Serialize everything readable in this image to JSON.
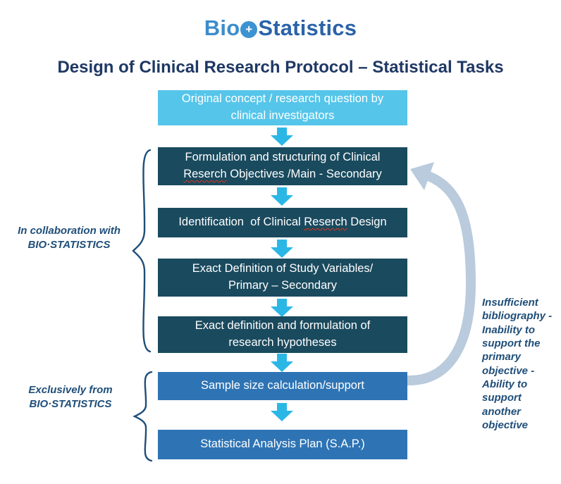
{
  "colors": {
    "light-box": "#56c5ea",
    "dark-box": "#1a4a5e",
    "blue-box": "#2e74b5",
    "arrow": "#2bb7e6",
    "title": "#1f3864",
    "annotation": "#1f4e79",
    "curve": "#b9cbdc",
    "wavy": "#e4321b",
    "logo-bio": "#3c8dcc",
    "logo-stat": "#2b63a8",
    "logo-plus-bg": "#3d92d1"
  },
  "logo": {
    "bio": "Bio",
    "plus": "+",
    "statistics": "Statistics"
  },
  "title": "Design of Clinical Research Protocol – Statistical Tasks",
  "boxes": {
    "b1": {
      "line1": "Original concept / research question by",
      "line2": "clinical investigators"
    },
    "b2": {
      "line1": "Formulation and structuring of Clinical",
      "wavy": "Reserch",
      "line2_rest": " Objectives /Main - Secondary"
    },
    "b3": {
      "pre": "Identification  of Clinical ",
      "wavy": "Reserch",
      "post": " Design"
    },
    "b4": {
      "line1": "Exact Definition of Study Variables/",
      "line2": "Primary – Secondary"
    },
    "b5": {
      "line1": "Exact definition and formulation of",
      "line2": "research hypotheses"
    },
    "b6": {
      "label": "Sample size calculation/support"
    },
    "b7": {
      "label": "Statistical Analysis Plan (S.A.P.)"
    }
  },
  "annotations": {
    "left_top": "In collaboration with\nBIO·STATISTICS",
    "left_bottom": "Exclusively from\nBIO·STATISTICS",
    "right": "Insufficient\nbibliography -\nInability to\nsupport the\nprimary\nobjective -\nAbility to\nsupport\nanother\nobjective"
  }
}
